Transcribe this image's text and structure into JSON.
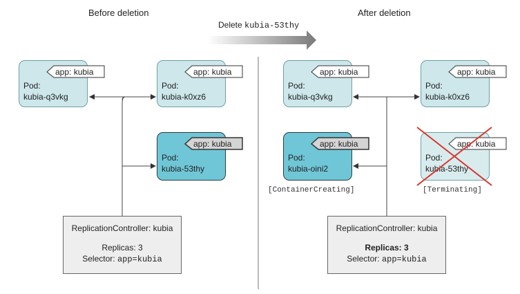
{
  "headings": {
    "before": "Before deletion",
    "after": "After deletion"
  },
  "action": {
    "prefix": "Delete",
    "pod": "kubia-53thy"
  },
  "tag_label": "app: kubia",
  "pod_prefix": "Pod:",
  "before": {
    "pods": [
      {
        "name": "kubia-q3vkg"
      },
      {
        "name": "kubia-k0xz6"
      },
      {
        "name": "kubia-53thy"
      }
    ],
    "rc": {
      "title": "ReplicationController: kubia",
      "replicas": "Replicas: 3",
      "selector_label": "Selector:",
      "selector_value": "app=kubia"
    }
  },
  "after": {
    "pods": [
      {
        "name": "kubia-q3vkg"
      },
      {
        "name": "kubia-k0xz6"
      },
      {
        "name": "kubia-oini2",
        "status": "[ContainerCreating]"
      },
      {
        "name": "kubia-53thy",
        "status": "[Terminating]"
      }
    ],
    "rc": {
      "title": "ReplicationController: kubia",
      "replicas": "Replicas: 3",
      "selector_label": "Selector:",
      "selector_value": "app=kubia"
    }
  },
  "colors": {
    "pod_fill": "#cde7ea",
    "pod_selected": "#6fc6d6",
    "rc_fill": "#eeeeee",
    "cross": "#d9362f"
  }
}
